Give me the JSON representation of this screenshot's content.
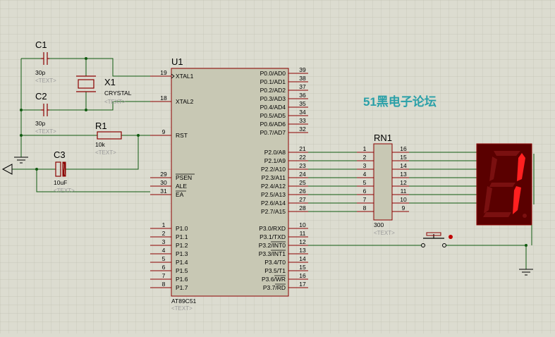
{
  "watermark": "51黑电子论坛",
  "mcu": {
    "ref": "U1",
    "part": "AT89C51",
    "text": "<TEXT>",
    "left_pins": [
      {
        "num": "19",
        "label": "XTAL1"
      },
      {
        "num": "18",
        "label": "XTAL2"
      },
      {
        "num": "9",
        "label": "RST"
      },
      {
        "num": "29",
        "label": "PSEN"
      },
      {
        "num": "30",
        "label": "ALE"
      },
      {
        "num": "31",
        "label": "EA"
      },
      {
        "num": "1",
        "label": "P1.0"
      },
      {
        "num": "2",
        "label": "P1.1"
      },
      {
        "num": "3",
        "label": "P1.2"
      },
      {
        "num": "4",
        "label": "P1.3"
      },
      {
        "num": "5",
        "label": "P1.4"
      },
      {
        "num": "6",
        "label": "P1.5"
      },
      {
        "num": "7",
        "label": "P1.6"
      },
      {
        "num": "8",
        "label": "P1.7"
      }
    ],
    "right_pins": [
      {
        "num": "39",
        "label": "P0.0/AD0"
      },
      {
        "num": "38",
        "label": "P0.1/AD1"
      },
      {
        "num": "37",
        "label": "P0.2/AD2"
      },
      {
        "num": "36",
        "label": "P0.3/AD3"
      },
      {
        "num": "35",
        "label": "P0.4/AD4"
      },
      {
        "num": "34",
        "label": "P0.5/AD5"
      },
      {
        "num": "33",
        "label": "P0.6/AD6"
      },
      {
        "num": "32",
        "label": "P0.7/AD7"
      },
      {
        "num": "21",
        "label": "P2.0/A8"
      },
      {
        "num": "22",
        "label": "P2.1/A9"
      },
      {
        "num": "23",
        "label": "P2.2/A10"
      },
      {
        "num": "24",
        "label": "P2.3/A11"
      },
      {
        "num": "25",
        "label": "P2.4/A12"
      },
      {
        "num": "26",
        "label": "P2.5/A13"
      },
      {
        "num": "27",
        "label": "P2.6/A14"
      },
      {
        "num": "28",
        "label": "P2.7/A15"
      },
      {
        "num": "10",
        "label": "P3.0/RXD"
      },
      {
        "num": "11",
        "label": "P3.1/TXD"
      },
      {
        "num": "12",
        "label": "P3.2/INT0"
      },
      {
        "num": "13",
        "label": "P3.3/INT1"
      },
      {
        "num": "14",
        "label": "P3.4/T0"
      },
      {
        "num": "15",
        "label": "P3.5/T1"
      },
      {
        "num": "16",
        "label": "P3.6/WR"
      },
      {
        "num": "17",
        "label": "P3.7/RD"
      }
    ]
  },
  "c1": {
    "ref": "C1",
    "value": "30p",
    "text": "<TEXT>"
  },
  "c2": {
    "ref": "C2",
    "value": "30p",
    "text": "<TEXT>"
  },
  "c3": {
    "ref": "C3",
    "value": "10uF",
    "text": "<TEXT>"
  },
  "x1": {
    "ref": "X1",
    "value": "CRYSTAL",
    "text": "<TEXT>"
  },
  "r1": {
    "ref": "R1",
    "value": "10k",
    "text": "<TEXT>"
  },
  "rn1": {
    "ref": "RN1",
    "value": "300",
    "text": "<TEXT>",
    "left_nums": [
      "1",
      "2",
      "3",
      "4",
      "5",
      "6",
      "7",
      "8"
    ],
    "right_nums": [
      "16",
      "15",
      "14",
      "13",
      "12",
      "11",
      "10",
      "9"
    ]
  },
  "display": {
    "digit": "1",
    "segment_on_color": "#ff2020",
    "segment_off_color": "#7a1010",
    "body_color": "#5a0000"
  }
}
